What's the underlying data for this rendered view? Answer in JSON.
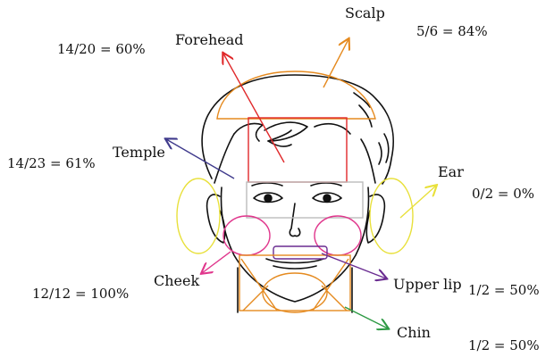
{
  "regions": [
    {
      "id": "scalp",
      "label": "Scalp",
      "stat": "5/6 = 84%",
      "color": "#E58A1F"
    },
    {
      "id": "forehead",
      "label": "Forehead",
      "stat": "14/20 = 60%",
      "color": "#E0282A"
    },
    {
      "id": "temple",
      "label": "Temple",
      "stat": "14/23 = 61%",
      "color": "#3F3A8C"
    },
    {
      "id": "ear",
      "label": "Ear",
      "stat": "0/2 = 0%",
      "color": "#E8E03A"
    },
    {
      "id": "cheek",
      "label": "Cheek",
      "stat": "12/12 = 100%",
      "color": "#E0368C"
    },
    {
      "id": "upperlip",
      "label": "Upper lip",
      "stat": "1/2 = 50%",
      "color": "#6A2C91"
    },
    {
      "id": "chin",
      "label": "Chin",
      "stat": "1/2 = 50%",
      "color": "#2E9A44"
    }
  ]
}
